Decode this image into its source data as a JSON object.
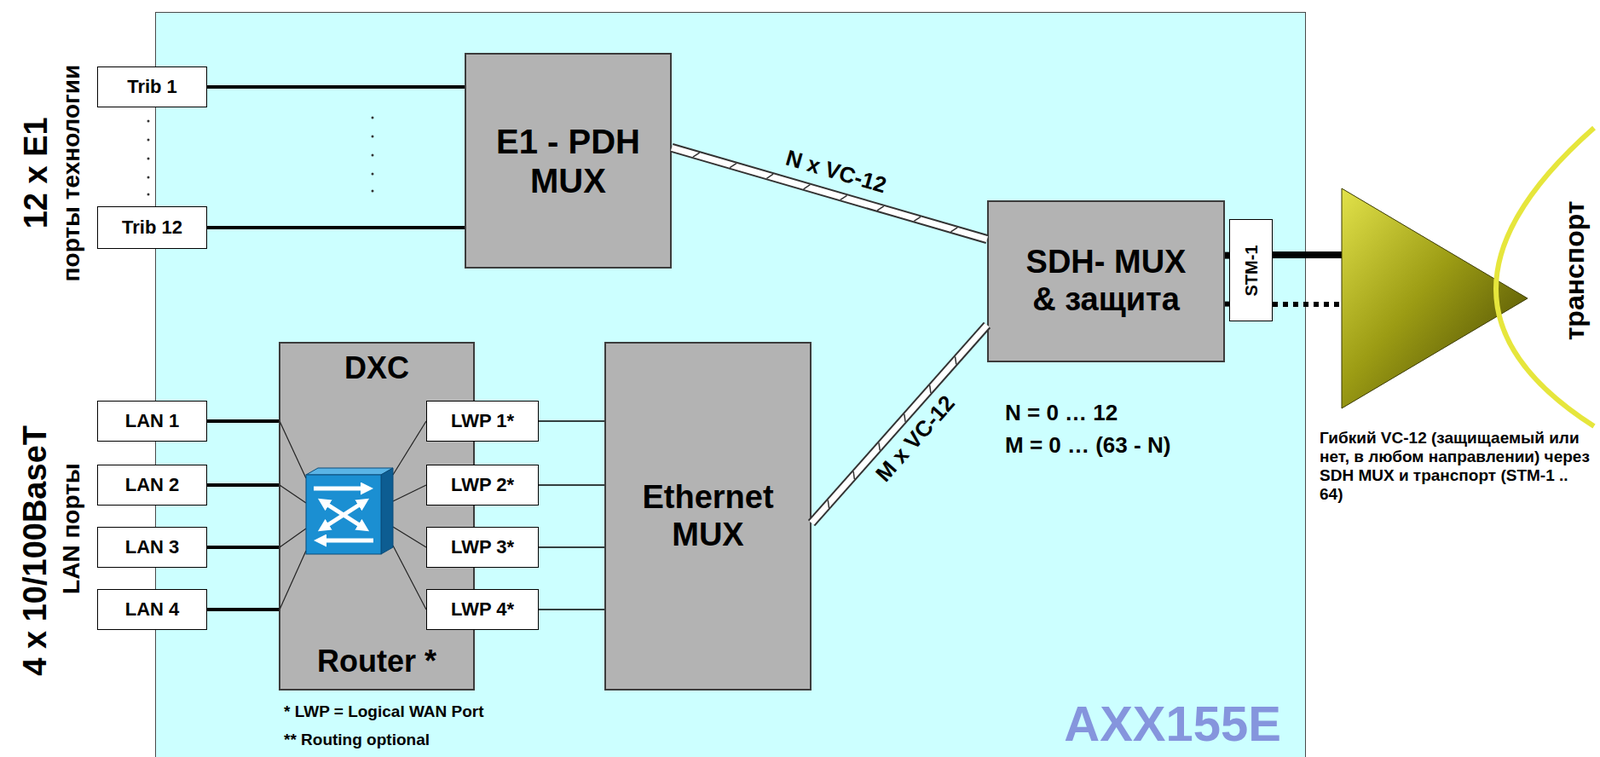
{
  "diagram": {
    "nodes": [
      {
        "text": [
          "AXX155E"
        ]
      },
      {
        "text": [
          "Trib 1"
        ]
      },
      {
        "text": [
          "Trib 12"
        ]
      },
      {
        "text": [
          "E1 - PDH MUX"
        ],
        "in": 0
      },
      {
        "text": [
          "SDH- MUX & защита"
        ],
        "in": 0
      },
      {
        "text": [
          "STM-1"
        ],
        "in": 0
      },
      {
        "text": [
          "LAN 1"
        ]
      },
      {
        "text": [
          "LAN 2"
        ]
      },
      {
        "text": [
          "LAN 3"
        ]
      },
      {
        "text": [
          "LAN 4"
        ]
      },
      {
        "text": [
          "DXC",
          "Router *"
        ],
        "in": 0
      },
      {
        "text": [
          "LWP 1*"
        ],
        "in": 0
      },
      {
        "text": [
          "LWP 2*"
        ],
        "in": 0
      },
      {
        "text": [
          "LWP 3*"
        ],
        "in": 0
      },
      {
        "text": [
          "LWP 4*"
        ],
        "in": 0
      },
      {
        "text": [
          "Ethernet MUX"
        ],
        "in": 0
      }
    ],
    "edges": [
      {
        "from": 1,
        "to": 3,
        "arrow": "none"
      },
      {
        "from": 2,
        "to": 3,
        "arrow": "none"
      },
      {
        "from": 3,
        "to": 4,
        "label": "N x VC-12",
        "arrow": "none"
      },
      {
        "from": 4,
        "to": 5,
        "arrow": "none"
      },
      {
        "from": 4,
        "to": 5,
        "arrow": "none"
      },
      {
        "from": 6,
        "to": 10,
        "arrow": "none"
      },
      {
        "from": 7,
        "to": 10,
        "arrow": "none"
      },
      {
        "from": 8,
        "to": 10,
        "arrow": "none"
      },
      {
        "from": 9,
        "to": 10,
        "arrow": "none"
      },
      {
        "from": 11,
        "to": 15,
        "arrow": "none"
      },
      {
        "from": 12,
        "to": 15,
        "arrow": "none"
      },
      {
        "from": 13,
        "to": 15,
        "arrow": "none"
      },
      {
        "from": 14,
        "to": 15,
        "arrow": "none"
      },
      {
        "from": 15,
        "to": 4,
        "label": "M x VC-12",
        "arrow": "none"
      }
    ],
    "labels": [
      "12 x E1",
      "порты технологии",
      "4 x 10/100BaseT",
      "LAN порты",
      "N = 0 … 12",
      "M = 0 … (63 - N)",
      "* LWP = Logical WAN Port",
      "** Routing optional",
      "транспорт",
      "Гибкий VC-12 (защищаемый или нет, в любом направлении) через SDH MUX и транспорт (STM-1 .. 64)"
    ]
  }
}
